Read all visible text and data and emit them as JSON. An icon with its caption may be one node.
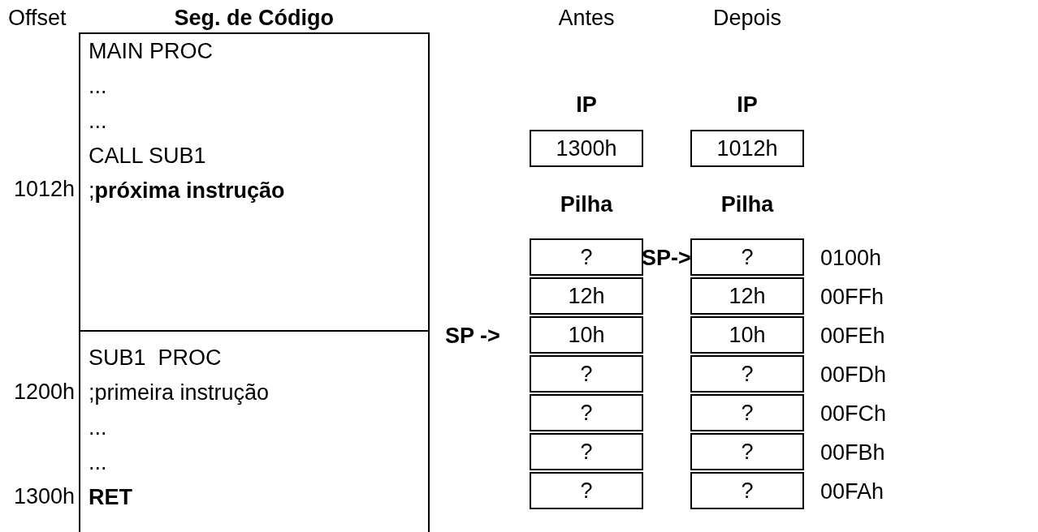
{
  "diagram": {
    "nodes": [
      {
        "text": [
          "MAIN PROC",
          "...",
          "...",
          "CALL SUB1",
          ";**próxima instrução**"
        ]
      },
      {
        "text": [
          "SUB1  PROC",
          ";primeira instrução",
          "...",
          "...",
          "**RET**"
        ]
      },
      {
        "text": [
          "IP",
          "1300h"
        ]
      },
      {
        "text": [
          "IP",
          "1012h"
        ]
      },
      {
        "text": [
          "Pilha"
        ]
      },
      {
        "text": [
          "?"
        ],
        "in": 4
      },
      {
        "text": [
          "12h"
        ],
        "in": 4
      },
      {
        "text": [
          "10h"
        ],
        "in": 4
      },
      {
        "text": [
          "?"
        ],
        "in": 4
      },
      {
        "text": [
          "?"
        ],
        "in": 4
      },
      {
        "text": [
          "?"
        ],
        "in": 4
      },
      {
        "text": [
          "?"
        ],
        "in": 4
      },
      {
        "text": [
          "Pilha"
        ]
      },
      {
        "text": [
          "?"
        ],
        "in": 12
      },
      {
        "text": [
          "12h"
        ],
        "in": 12
      },
      {
        "text": [
          "10h"
        ],
        "in": 12
      },
      {
        "text": [
          "?"
        ],
        "in": 12
      },
      {
        "text": [
          "?"
        ],
        "in": 12
      },
      {
        "text": [
          "?"
        ],
        "in": 12
      },
      {
        "text": [
          "?"
        ],
        "in": 12
      }
    ],
    "edges": [],
    "labels": [
      "Offset",
      "Seg. de Código",
      "Antes",
      "Depois",
      "1012h",
      "SP->",
      "0100h",
      "00FFh",
      "SP ->",
      "00FEh",
      "1200h",
      "00FDh",
      "00FCh",
      "00FBh",
      "1300h",
      "00FAh"
    ]
  }
}
